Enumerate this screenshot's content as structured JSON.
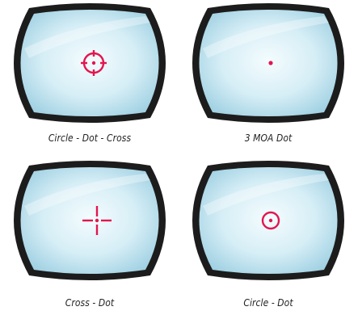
{
  "panels": [
    {
      "caption": "Circle - Dot - Cross",
      "reticle": "circle-dot-cross"
    },
    {
      "caption": "3 MOA Dot",
      "reticle": "dot"
    },
    {
      "caption": "Cross - Dot",
      "reticle": "cross-dot"
    },
    {
      "caption": "Circle - Dot",
      "reticle": "circle-dot"
    }
  ],
  "colors": {
    "reticle": "#e4154f",
    "frame": "#1c1c1c",
    "glass_edge": "#a9d6e6",
    "glass_center": "#f2fbfd"
  }
}
